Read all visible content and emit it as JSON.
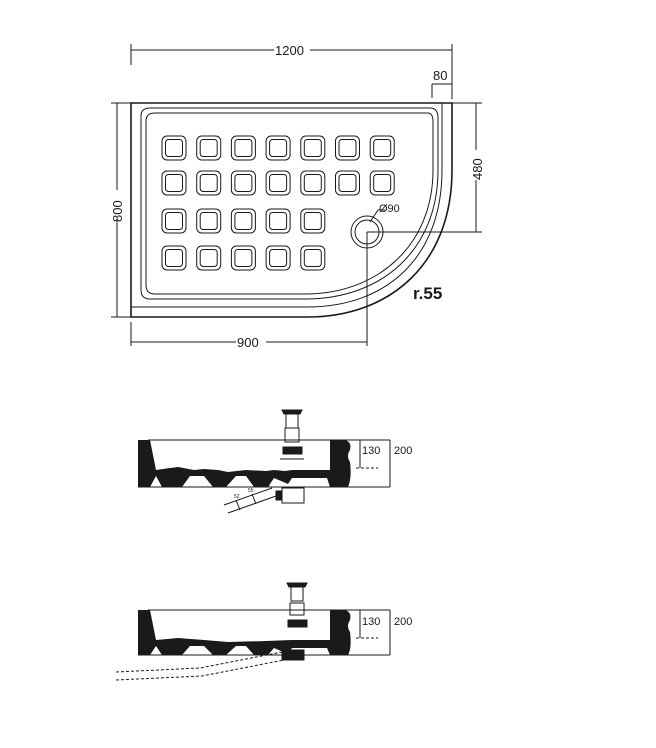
{
  "plan_view": {
    "width_label": "1200",
    "depth_label": "800",
    "straight_length_label": "900",
    "rim_label": "80",
    "side_straight_label": "480",
    "drain_diameter_label": "Ø90",
    "radius_label": "r.55",
    "grip_rows": [
      7,
      7,
      5,
      5
    ]
  },
  "section_1": {
    "inner_depth_label": "130",
    "total_height_label": "200",
    "pipe_labels": [
      "52",
      "55",
      "35"
    ]
  },
  "section_2": {
    "inner_depth_label": "130",
    "total_height_label": "200"
  },
  "colors": {
    "line": "#1a1a1a",
    "fill": "#1a1a1a",
    "background": "#ffffff"
  }
}
